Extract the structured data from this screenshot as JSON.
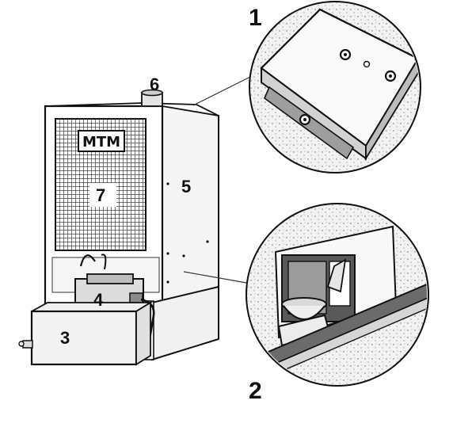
{
  "figure": {
    "callouts": {
      "c1": "1",
      "c2": "2",
      "c3": "3",
      "c4": "4",
      "c5": "5",
      "c6": "6",
      "c7": "7"
    },
    "logo": "MTM"
  },
  "colors": {
    "ink": "#111111",
    "background": "#ffffff",
    "shade": "#d9d9d9"
  }
}
